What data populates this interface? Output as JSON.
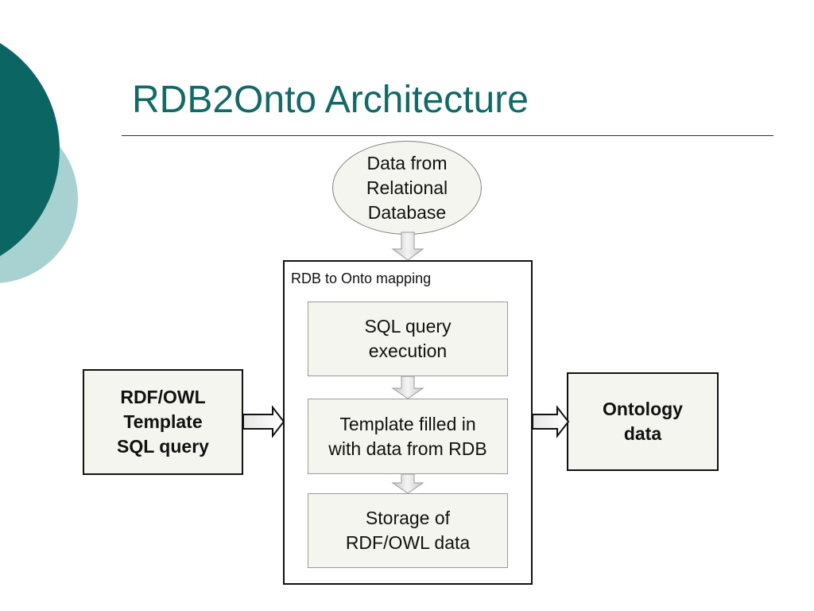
{
  "slide": {
    "title": "RDB2Onto Architecture",
    "theme_colors": {
      "title": "#0E6B66",
      "circle_dark": "#0B6663",
      "circle_light": "#A7D2D1"
    }
  },
  "diagram": {
    "source": "Data from\nRelational\nDatabase",
    "mapping_box": {
      "label": "RDB to Onto mapping",
      "steps": [
        "SQL query\nexecution",
        "Template filled in\nwith data from RDB",
        "Storage of\nRDF/OWL data"
      ]
    },
    "input": "RDF/OWL\nTemplate\nSQL query",
    "output": "Ontology\ndata"
  }
}
